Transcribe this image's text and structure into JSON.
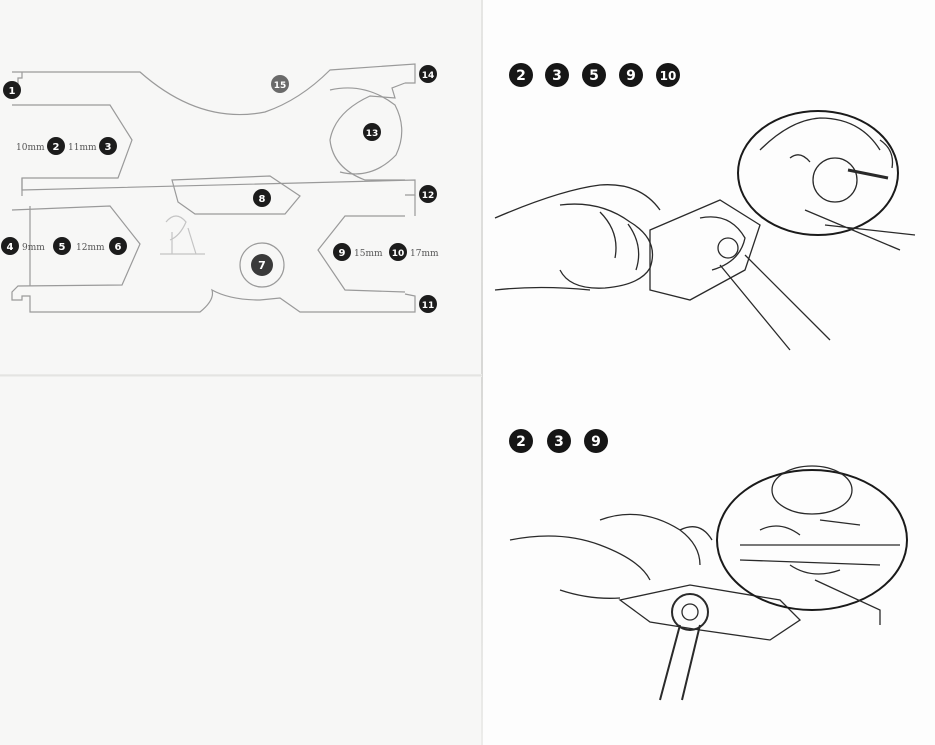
{
  "wrench_diagram": {
    "callouts": [
      "1",
      "2",
      "3",
      "4",
      "5",
      "6",
      "7",
      "8",
      "9",
      "10",
      "11",
      "12",
      "13",
      "14",
      "15"
    ],
    "sizes": {
      "s2": "10mm",
      "s3": "11mm",
      "s4": "9mm",
      "s6": "12mm",
      "s9": "15mm",
      "s10": "17mm"
    }
  },
  "step1": {
    "badges": [
      "2",
      "3",
      "5",
      "9",
      "10"
    ]
  },
  "step2": {
    "badges": [
      "2",
      "3",
      "9"
    ]
  }
}
